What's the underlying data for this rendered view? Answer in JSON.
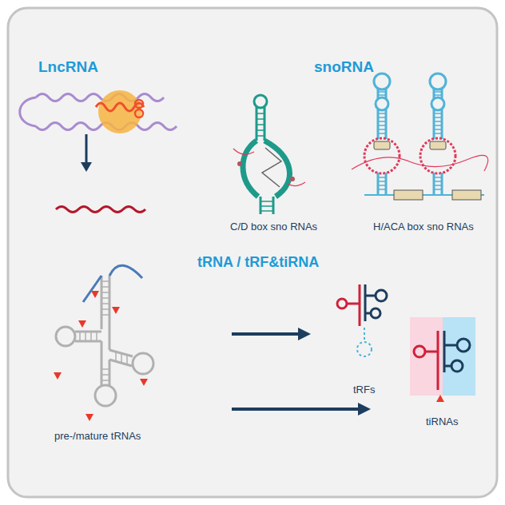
{
  "diagram": {
    "labels": [
      "LncRNA",
      "snoRNA",
      "C/D box sno RNAs",
      "H/ACA box sno RNAs",
      "tRNA / tRF&tiRNA",
      "pre-/mature tRNAs",
      "tRFs",
      "tiRNAs"
    ]
  }
}
